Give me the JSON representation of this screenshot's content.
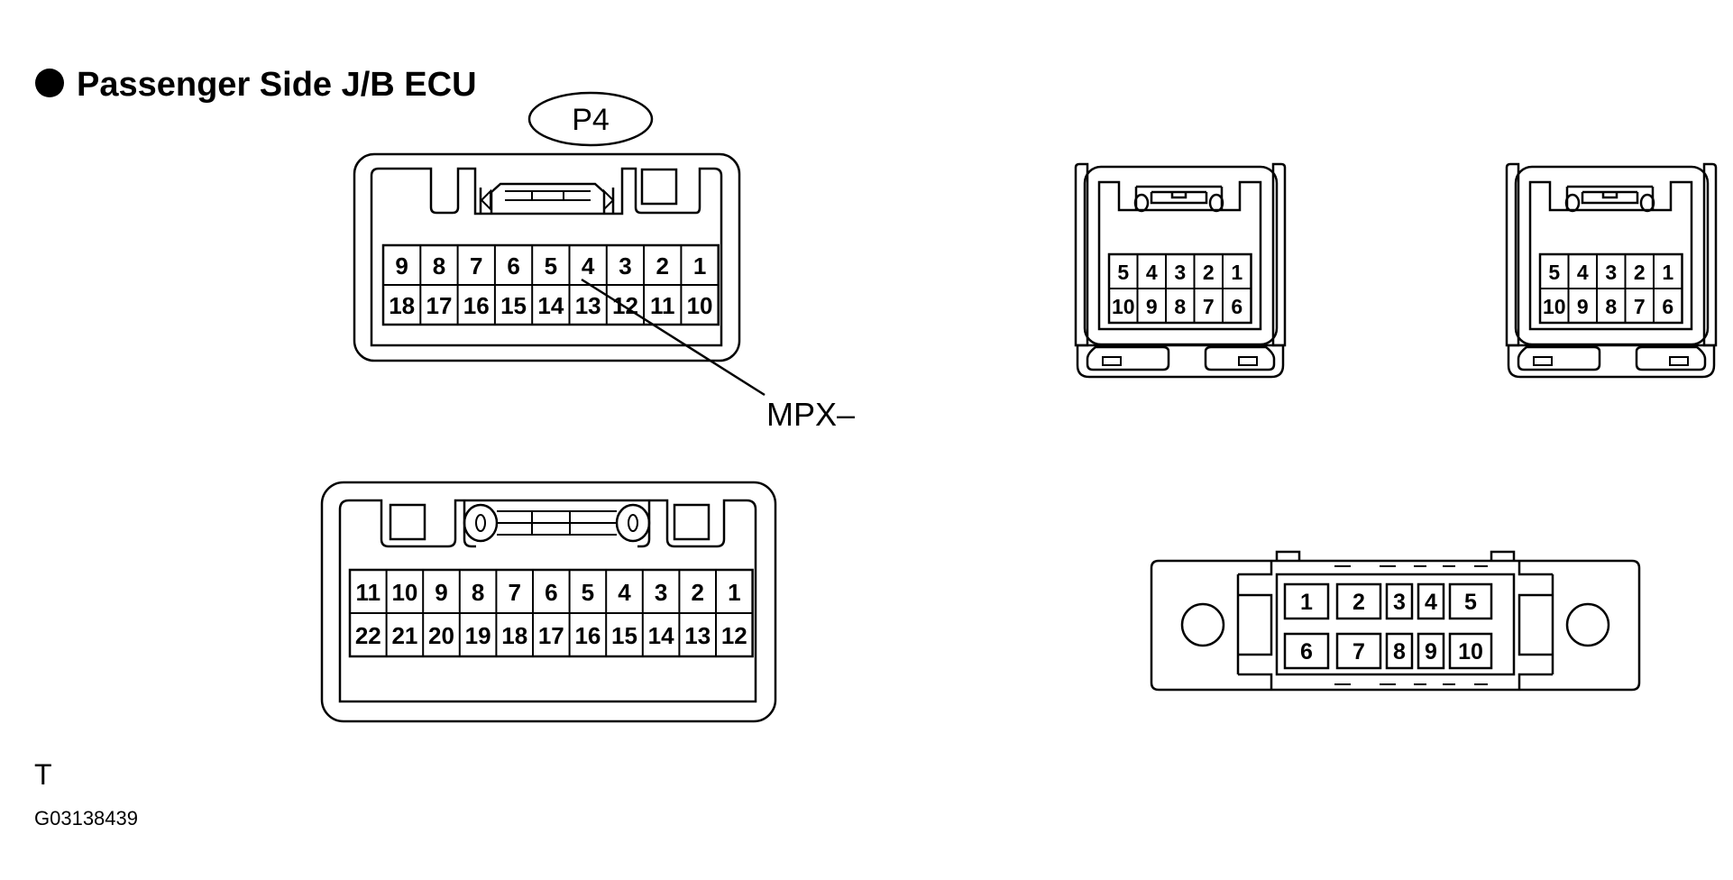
{
  "title": "Passenger Side J/B ECU",
  "connector_id": "P4",
  "callout_label": "MPX–",
  "footer_mark": "T",
  "figure_code": "G03138439",
  "connectors": {
    "p4": {
      "row1": [
        "9",
        "8",
        "7",
        "6",
        "5",
        "4",
        "3",
        "2",
        "1"
      ],
      "row2": [
        "18",
        "17",
        "16",
        "15",
        "14",
        "13",
        "12",
        "11",
        "10"
      ]
    },
    "c22": {
      "row1": [
        "11",
        "10",
        "9",
        "8",
        "7",
        "6",
        "5",
        "4",
        "3",
        "2",
        "1"
      ],
      "row2": [
        "22",
        "21",
        "20",
        "19",
        "18",
        "17",
        "16",
        "15",
        "14",
        "13",
        "12"
      ]
    },
    "c10a": {
      "row1": [
        "5",
        "4",
        "3",
        "2",
        "1"
      ],
      "row2": [
        "10",
        "9",
        "8",
        "7",
        "6"
      ]
    },
    "c10b": {
      "row1": [
        "5",
        "4",
        "3",
        "2",
        "1"
      ],
      "row2": [
        "10",
        "9",
        "8",
        "7",
        "6"
      ]
    },
    "dlc": {
      "row1": [
        "1",
        "2",
        "3",
        "4",
        "5"
      ],
      "row2": [
        "6",
        "7",
        "8",
        "9",
        "10"
      ]
    }
  }
}
